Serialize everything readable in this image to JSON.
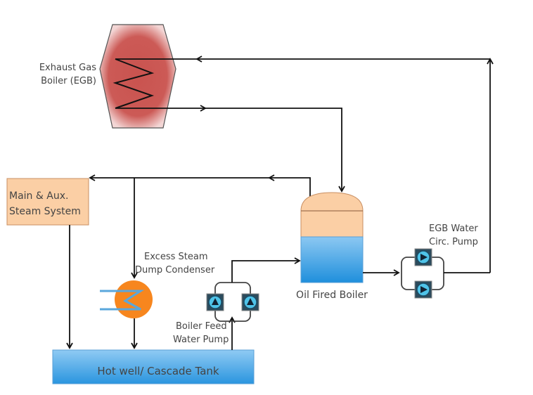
{
  "title": "Boiler steam and water flow schematic",
  "components": {
    "egb": {
      "label_line1": "Exhaust Gas",
      "label_line2": "Boiler (EGB)"
    },
    "steam_system": {
      "label_line1": "Main & Aux.",
      "label_line2": "Steam System"
    },
    "dump_condenser": {
      "label_line1": "Excess Steam",
      "label_line2": "Dump Condenser"
    },
    "oil_fired_boiler": {
      "label": "Oil Fired Boiler"
    },
    "egb_circ_pump": {
      "label_line1": "EGB Water",
      "label_line2": "Circ. Pump"
    },
    "feed_pump": {
      "label_line1": "Boiler Feed",
      "label_line2": "Water Pump"
    },
    "hotwell": {
      "label": "Hot well/ Cascade Tank"
    }
  },
  "colors": {
    "egb_fill": "#c9534f",
    "steam_fill": "#fbcfa5",
    "condenser_fill": "#f7861e",
    "water_fill": "#3fa0e8",
    "pump_blue": "#4fc3e8",
    "line": "#111111"
  }
}
